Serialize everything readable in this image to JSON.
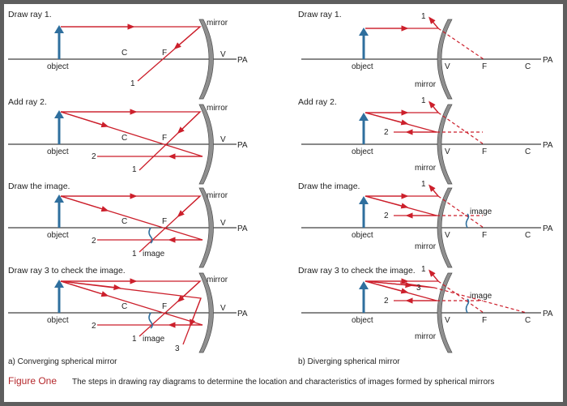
{
  "figure": {
    "label": "Figure One",
    "caption": "The steps in drawing ray diagrams to determine the location and characteristics of images formed by spherical mirrors"
  },
  "converging": {
    "subtitle": "a) Converging spherical mirror",
    "steps": [
      {
        "title": "Draw ray 1."
      },
      {
        "title": "Add ray 2."
      },
      {
        "title": "Draw the image."
      },
      {
        "title": "Draw ray 3 to check the image."
      }
    ]
  },
  "diverging": {
    "subtitle": "b) Diverging spherical mirror",
    "steps": [
      {
        "title": "Draw ray 1."
      },
      {
        "title": "Add ray 2."
      },
      {
        "title": "Draw the image."
      },
      {
        "title": "Draw ray 3 to check the image."
      }
    ]
  },
  "labels": {
    "object": "object",
    "mirror": "mirror",
    "image": "image",
    "C": "C",
    "F": "F",
    "V": "V",
    "PA": "PA",
    "ray1": "1",
    "ray2": "2",
    "ray3": "3"
  },
  "colors": {
    "ray": "#cc1f2b",
    "object": "#2f6f9e",
    "mirror": "#8f8f8f",
    "frame": "#5e5e5e",
    "figure_label": "#b5282c"
  }
}
